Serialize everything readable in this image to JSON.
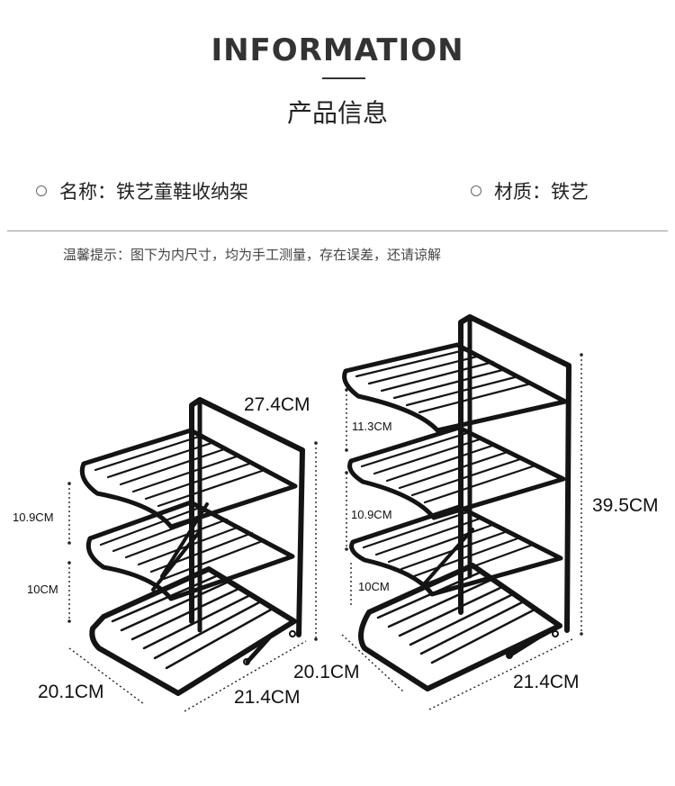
{
  "header": {
    "title": "INFORMATION",
    "subtitle": "产品信息"
  },
  "specs": {
    "name": "名称：铁艺童鞋收纳架",
    "material": "材质：铁艺"
  },
  "tip": "温馨提示：图下为内尺寸，均为手工测量，存在误差，还请谅解",
  "rack_small": {
    "height": "27.4CM",
    "tier_gap_top": "10.9CM",
    "tier_gap_bottom": "10CM",
    "depth": "20.1CM",
    "width": "21.4CM"
  },
  "rack_large": {
    "height": "39.5CM",
    "tier_gap_top": "11.3CM",
    "tier_gap_middle": "10.9CM",
    "tier_gap_bottom": "10CM",
    "depth": "20.1CM",
    "width": "21.4CM"
  }
}
